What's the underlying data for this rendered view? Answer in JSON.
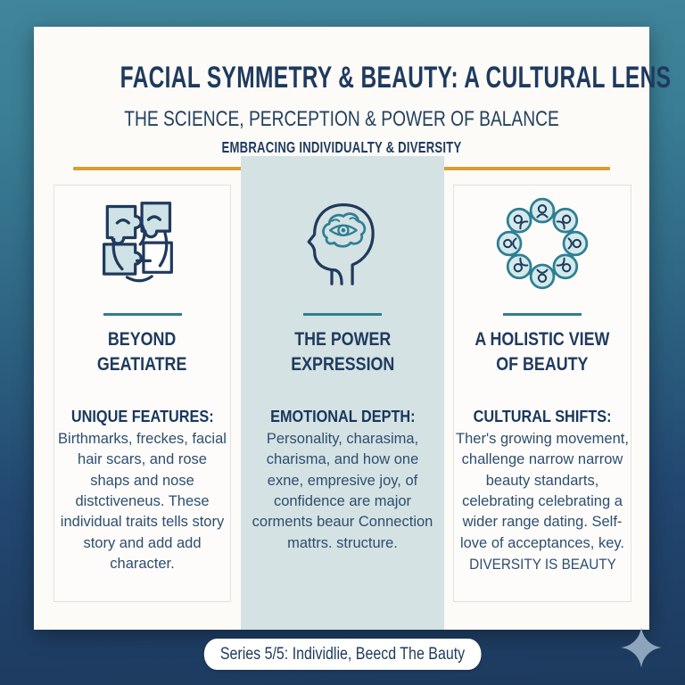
{
  "colors": {
    "background_top": "#41859a",
    "background_bottom": "#1d3a5e",
    "navy_text": "#1f3a5e",
    "teal_accent": "#2e7f94",
    "gold_divider": "#d5a02f",
    "middle_panel": "#d4e2e3",
    "icon_fill": "#cfe2e6"
  },
  "header": {
    "title": "FACIAL SYMMETRY & BEAUTY: A CULTURAL LENS",
    "subtitle": "THE SCIENCE, PERCEPTION & POWER OF BALANCE",
    "tagline": "EMBRACING INDIVIDUALTY & DIVERSITY"
  },
  "columns": [
    {
      "icon": "puzzle-face-icon",
      "heading1": "BEYOND",
      "heading2": "GEATIATRE",
      "body_title": "UNIQUE FEATURES:",
      "body": "Birthmarks, freckes, facial hair scars, and rose shaps and nose distctiveneus. These individual traits tells story story and add add character."
    },
    {
      "icon": "head-brain-eye-icon",
      "heading1": "THE POWER",
      "heading2": "EXPRESSION",
      "body_title": "EMOTIONAL DEPTH:",
      "body": "Personality, charasima, charisma, and how one exne, empresive joy, of confidence are major corments beaur Connection mattrs. structure."
    },
    {
      "icon": "faces-circle-icon",
      "heading1": "A HOLISTIC VIEW",
      "heading2": "OF BEAUTY",
      "body_title": "CULTURAL SHIFTS:",
      "body": "Ther's growing movement, challenge narrow narrow beauty standarts, celebrating celebrating a wider range dating. Self-love of acceptances, key.",
      "body_caps": "DIVERSITY IS BEAUTY"
    }
  ],
  "footer": {
    "badge": "Series 5/5: Individlie, Beecd The Bauty"
  }
}
